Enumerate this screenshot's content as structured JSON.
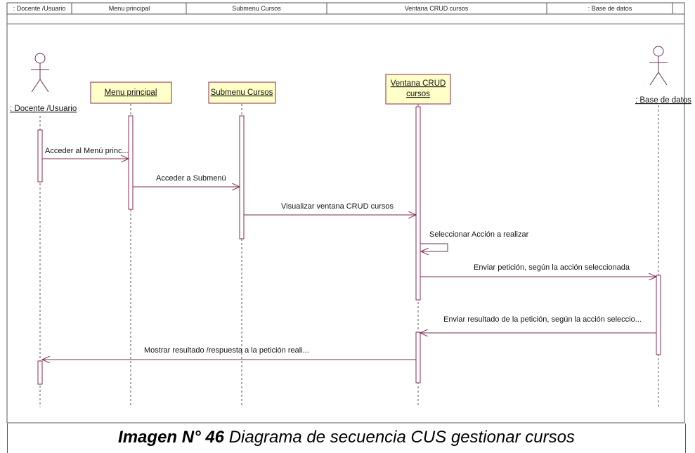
{
  "header": {
    "cols": [
      ": Docente /Usuario",
      "Menu principal",
      "Submenu Cursos",
      "Ventana CRUD cursos",
      ": Base de datos"
    ]
  },
  "objects": {
    "docente": ": Docente /Usuario",
    "menu": "Menu principal",
    "submenu": "Submenu Cursos",
    "ventana_l1": "Ventana CRUD",
    "ventana_l2": "cursos",
    "bd": ": Base de datos"
  },
  "messages": {
    "m1": "Acceder al Menú princ...",
    "m2": "Acceder a Submenú",
    "m3": "Visualizar ventana CRUD cursos",
    "m4": "Seleccionar Acción a realizar",
    "m5": "Enviar petición, según la acción seleccionada",
    "m6": "Enviar resultado de la petición, según la acción seleccio...",
    "m7": "Mostrar resultado /respuesta a la petición reali..."
  },
  "caption": {
    "prefix": "Imagen N° 46",
    "text": " Diagrama de secuencia CUS gestionar cursos"
  },
  "colors": {
    "line": "#7a2e52",
    "box_fill": "#ffffc8",
    "box_border": "#8a2a50",
    "activation_fill": "#ffffff"
  }
}
